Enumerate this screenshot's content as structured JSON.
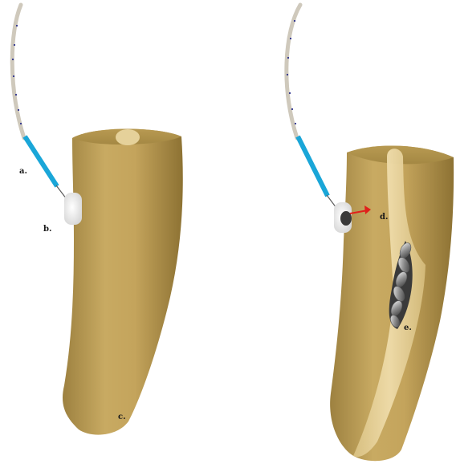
{
  "figure": {
    "left_panel": {
      "label_suture": "a.",
      "label_plug": "b.",
      "label_root_tip": "c."
    },
    "right_panel": {
      "label_arrow": "d.",
      "label_filling": "e."
    },
    "colors": {
      "tooth": "#c4a45c",
      "tooth_shadow": "#8f7434",
      "pulp": "#e8d49a",
      "suture_blue": "#1aa6d8",
      "suture_strand": "#d6d0c2",
      "plug": "#e9e9e9",
      "arrow": "#e0201b"
    }
  }
}
